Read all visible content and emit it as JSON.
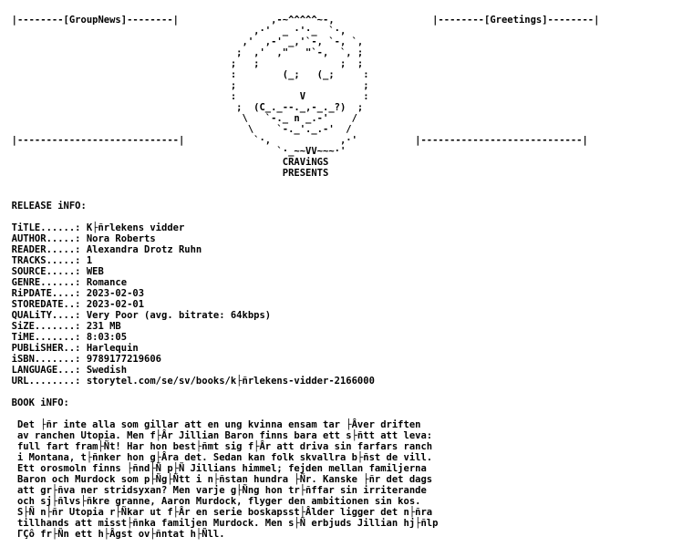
{
  "lines": [
    "",
    "  |--------[GroupNews]--------|                ,-~^^^^^~-,                 |--------[Greetings]--------|",
    "                                            ,·'  _ ·'·_  `·,",
    "                                          ,'  ,-' _,'`-, `-, `,",
    "                                         ;  ,'  ,\"   \"`-,  `, ;",
    "                                        ;   ;              ;  ;",
    "                                        :        (_;   (_;     :",
    "                                        ;                      ;",
    "                                        :           V          :",
    "                                         ;  (C_._--._,-_._?)  ;",
    "                                          \\   `-._ n _.-'    /",
    "                                           \\    `-._'._.-'  /",
    "  |----------------------------|            `·,            ,·'          |----------------------------|",
    "                                                `·_~~VV~~~·'",
    "                                                 CRAViNGS",
    "                                                 PRESENTS",
    "",
    "",
    "  RELEASE iNFO:",
    "",
    "  TiTLE......: K├ñrlekens vidder",
    "  AUTHOR.....: Nora Roberts",
    "  READER.....: Alexandra Drotz Ruhn",
    "  TRACKS.....: 1",
    "  SOURCE.....: WEB",
    "  GENRE......: Romance",
    "  RiPDATE....: 2023-02-03",
    "  STOREDATE..: 2023-02-01",
    "  QUALiTY....: Very Poor (avg. bitrate: 64kbps)",
    "  SiZE.......: 231 MB",
    "  TiME.......: 8:03:05",
    "  PUBLiSHER..: Harlequin",
    "  iSBN.......: 9789177219606",
    "  LANGUAGE...: Swedish",
    "  URL........: storytel.com/se/sv/books/k├ñrlekens-vidder-2166000",
    "",
    "  BOOK iNFO:",
    "",
    "   Det ├ñr inte alla som gillar att en ung kvinna ensam tar ├Âver driften",
    "   av ranchen Utopia. Men f├Âr Jillian Baron finns bara ett s├ñtt att leva:",
    "   full fart fram├Ñt! Har hon best├ñmt sig f├Âr att driva sin farfars ranch",
    "   i Montana, t├ñnker hon g├Âra det. Sedan kan folk skvallra b├ñst de vill.",
    "   Ett orosmoln finns ├ñnd├Ñ p├Ñ Jillians himmel; fejden mellan familjerna",
    "   Baron och Murdock som p├Ñg├Ñtt i n├ñstan hundra ├Ñr. Kanske ├ñr det dags",
    "   att gr├ñva ner stridsyxan? Men varje g├Ñng hon tr├ñffar sin irriterande",
    "   och sj├ñlvs├ñkre granne, Aaron Murdock, flyger den ambitionen sin kos.",
    "   S├Ñ n├ñr Utopia r├Ñkar ut f├Âr en serie boskapsst├Âlder ligger det n├ñra",
    "   tillhands att misst├ñnka familjen Murdock. Men s├Ñ erbjuds Jillian hj├ñlp",
    "   ΓÇô fr├Ñn ett h├Âgst ov├ñntat h├Ñll."
  ]
}
